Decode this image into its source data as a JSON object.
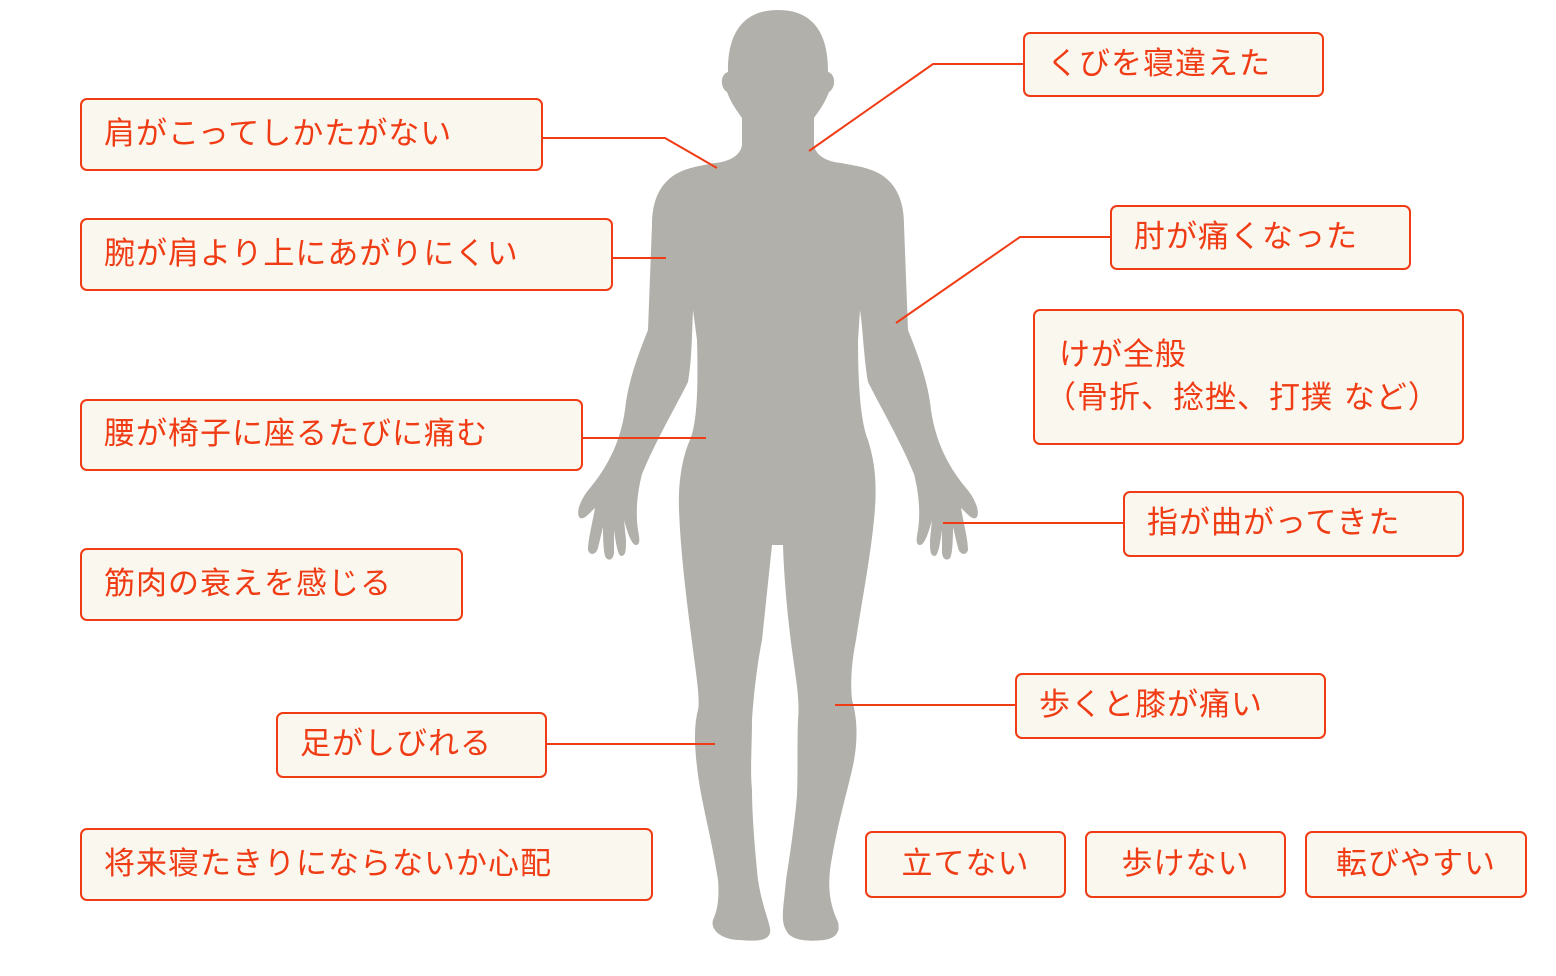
{
  "colors": {
    "accent": "#f03c14",
    "box_bg": "#faf7ef",
    "silhouette": "#b1b0ab"
  },
  "silhouette": {
    "icon": "human-body-silhouette-icon"
  },
  "labels": {
    "shoulder": "肩がこってしかたがない",
    "arm": "腕が肩より上にあがりにくい",
    "lower_back": "腰が椅子に座るたびに痛む",
    "muscle": "筋肉の衰えを感じる",
    "leg_numb": "足がしびれる",
    "bedridden": "将来寝たきりにならないか心配",
    "neck": "くびを寝違えた",
    "elbow": "肘が痛くなった",
    "injury_line1": "けが全般",
    "injury_line2": "（骨折、捻挫、打撲 など）",
    "fingers": "指が曲がってきた",
    "knee": "歩くと膝が痛い",
    "cannot_stand": "立てない",
    "cannot_walk": "歩けない",
    "falls_easily": "転びやすい"
  }
}
